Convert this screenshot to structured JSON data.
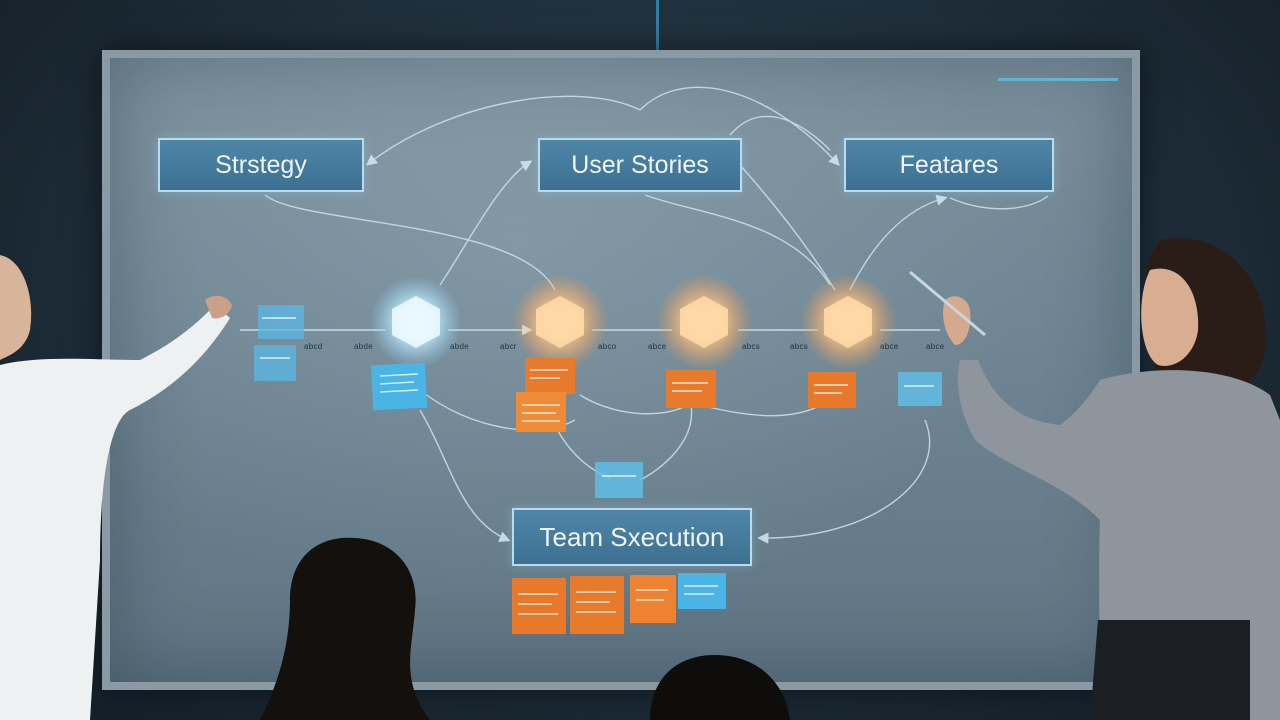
{
  "diagram": {
    "top_labels": {
      "strategy": "Strstegy",
      "user_stories": "User Stories",
      "features": "Featares"
    },
    "bottom_label": "Team Sxecution",
    "timeline_ticks": [
      "abcd",
      "abde",
      "abde",
      "abcr",
      "abco",
      "abce",
      "abcs",
      "abcs",
      "abce",
      "abce"
    ]
  },
  "colors": {
    "board": "#6f8593",
    "box_fill": "#4574a0",
    "box_border": "#b9dbee",
    "orange_note": "#e87a2c",
    "blue_note": "#4ab4e4",
    "node_glow_white": "#dff6ff",
    "node_glow_orange": "#ffc98f"
  }
}
